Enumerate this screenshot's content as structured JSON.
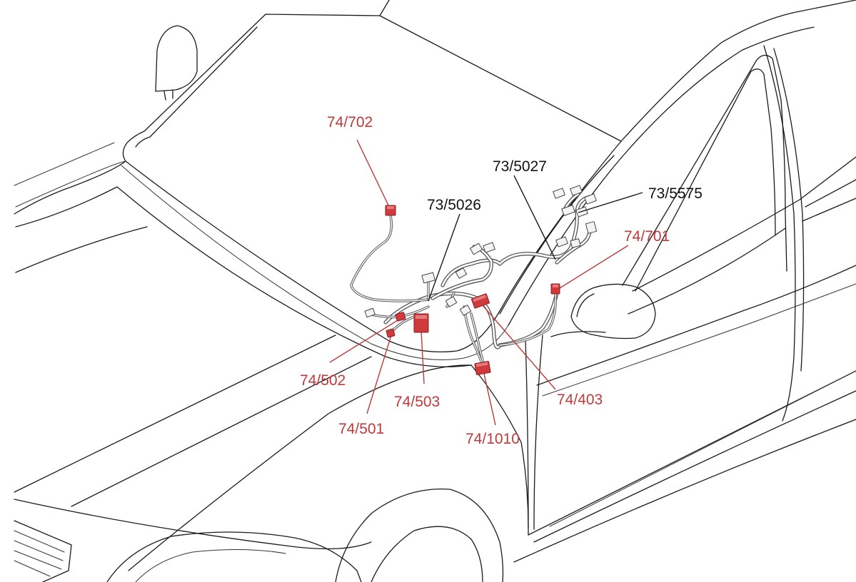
{
  "diagram": {
    "labels": {
      "c74_702": "74/702",
      "c73_5027": "73/5027",
      "c73_5575": "73/5575",
      "c73_5026": "73/5026",
      "c74_701": "74/701",
      "c74_502": "74/502",
      "c74_503": "74/503",
      "c74_501": "74/501",
      "c74_1010": "74/1010",
      "c74_403": "74/403"
    },
    "colors": {
      "connector": "#cf3a3d",
      "label_red": "#c0393b",
      "label_black": "#111111",
      "outline": "#1a1a1a"
    }
  }
}
